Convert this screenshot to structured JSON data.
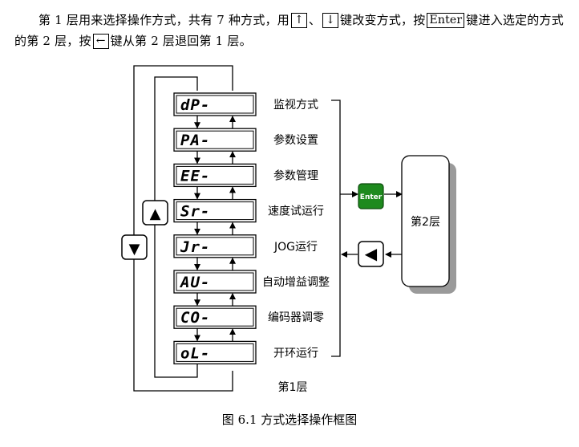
{
  "paragraph": {
    "part1": "第 1 层用来选择操作方式，共有 7 种方式，用",
    "key_up": "↑",
    "sep": "、",
    "key_down": "↓",
    "part2": "键改变方式，按",
    "key_enter": "Enter",
    "part3": "键进入选定的方式的第 2 层，按",
    "key_back": "←",
    "part4": "键从第 2 层退回第 1 层。"
  },
  "displays": [
    {
      "code": "dP-",
      "label": "监视方式"
    },
    {
      "code": "PA-",
      "label": "参数设置"
    },
    {
      "code": "EE-",
      "label": "参数管理"
    },
    {
      "code": "Sr-",
      "label": "速度试运行"
    },
    {
      "code": "Jr-",
      "label": "JOG运行"
    },
    {
      "code": "AU-",
      "label": "自动增益调整"
    },
    {
      "code": "CO-",
      "label": "编码器调零"
    },
    {
      "code": "oL-",
      "label": "开环运行"
    }
  ],
  "buttons": {
    "up_symbol": "▲",
    "down_symbol": "▼",
    "enter_label": "Enter",
    "back_symbol": "◀"
  },
  "layer2_label": "第2层",
  "layer1_label": "第1层",
  "caption": "图 6.1 方式选择操作框图",
  "colors": {
    "enter_button": "#1e8a1e",
    "layer2_shadow": "#9a9a9a"
  }
}
